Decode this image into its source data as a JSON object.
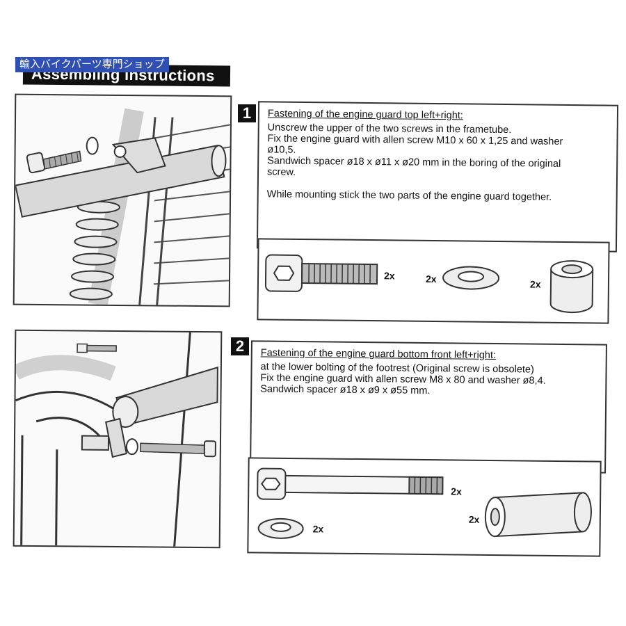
{
  "shop_label": "輸入バイクパーツ専門ショップ",
  "title": "Assembling instructions",
  "steps": [
    {
      "number": "1",
      "heading": "Fastening of the engine guard top left+right:",
      "lines": [
        "Unscrew the upper of the two screws in the frametube.",
        "Fix the engine guard with allen screw M10 x 60 x 1,25 and washer",
        "ø10,5.",
        "Sandwich spacer ø18 x ø11 x ø20 mm in the boring of the original",
        "screw.",
        "",
        "While mounting stick the two parts of the engine guard together."
      ],
      "parts": [
        {
          "name": "allen screw",
          "qty": "2x"
        },
        {
          "name": "washer",
          "qty": "2x"
        },
        {
          "name": "spacer",
          "qty": "2x"
        }
      ]
    },
    {
      "number": "2",
      "heading": "Fastening of the engine guard bottom front left+right:",
      "lines": [
        "at the lower bolting of the footrest (Original screw is obsolete)",
        "Fix the engine guard with allen screw M8 x 80 and washer ø8,4.",
        "Sandwich spacer ø18 x ø9 x ø55 mm."
      ],
      "parts": [
        {
          "name": "allen screw",
          "qty": "2x"
        },
        {
          "name": "spacer",
          "qty": "2x"
        },
        {
          "name": "washer",
          "qty": "2x"
        }
      ]
    }
  ],
  "colors": {
    "shop_label_bg": "#2f4fb3",
    "title_bg": "#111111",
    "border": "#333333"
  }
}
